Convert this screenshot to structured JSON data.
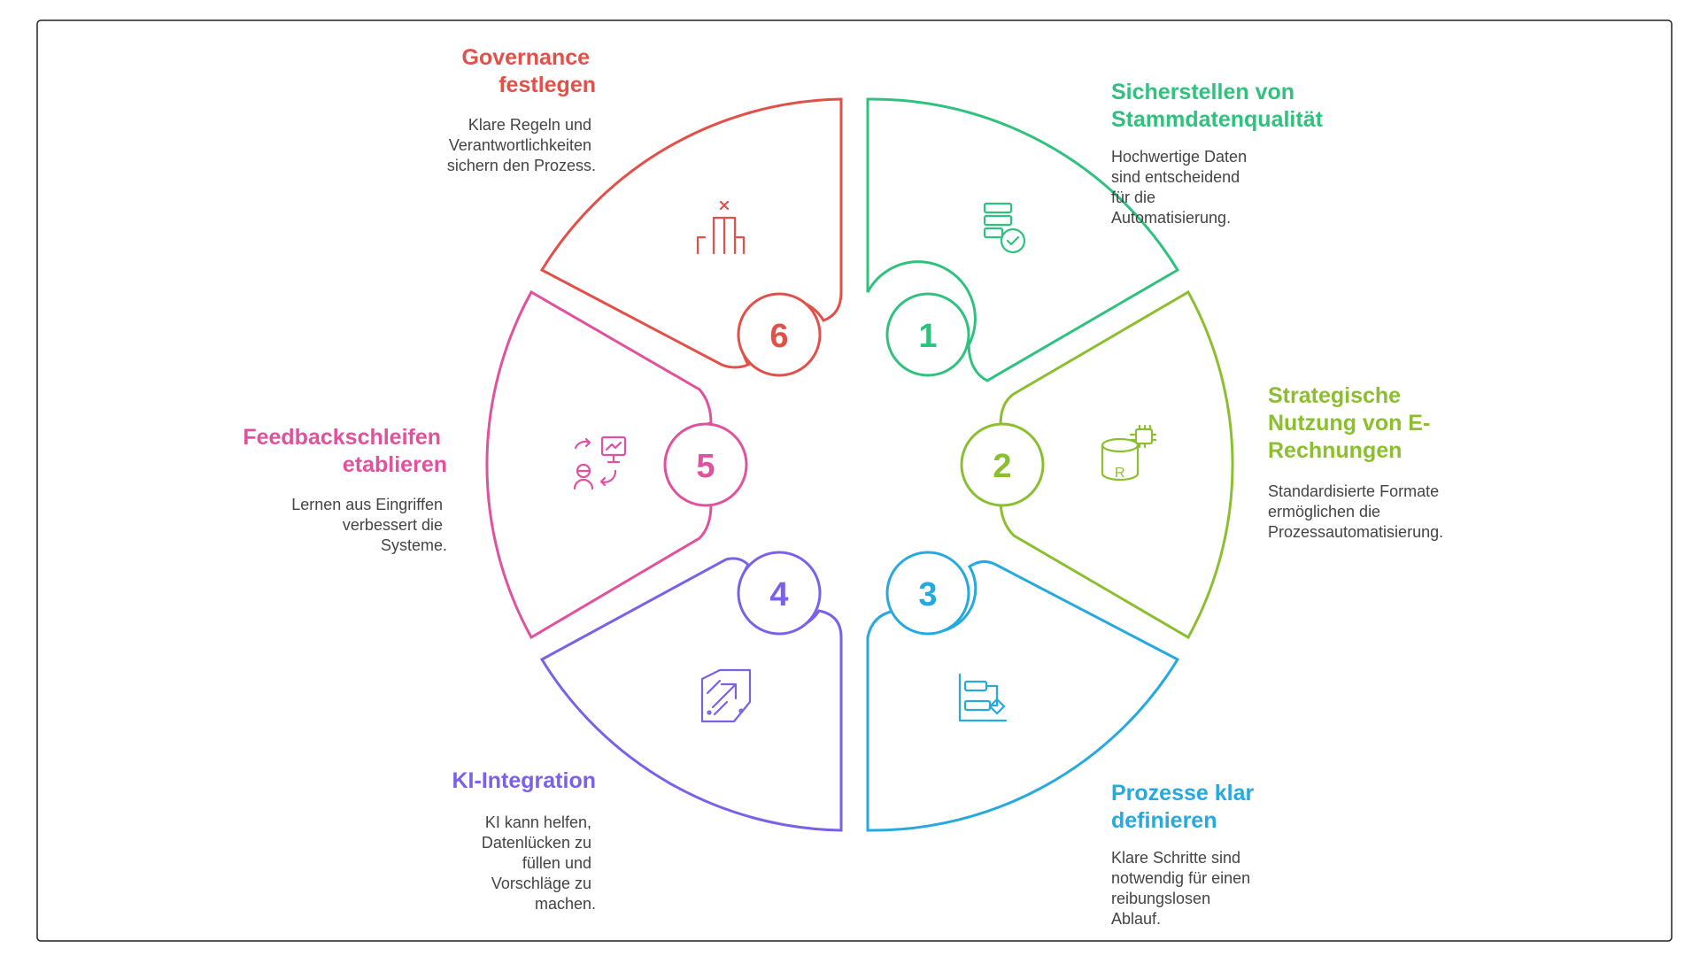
{
  "segments": [
    {
      "number": "1",
      "color": "#2EC27E",
      "title": [
        "Sicherstellen von",
        "Stammdatenqualität"
      ],
      "description": [
        "Hochwertige Daten",
        "sind entscheidend",
        "für die",
        "Automatisierung."
      ],
      "icon": "database-check-icon"
    },
    {
      "number": "2",
      "color": "#8CBF2F",
      "title": [
        "Strategische",
        "Nutzung von E-",
        "Rechnungen"
      ],
      "description": [
        "Standardisierte Formate",
        "ermöglichen die",
        "Prozessautomatisierung."
      ],
      "icon": "database-r-icon"
    },
    {
      "number": "3",
      "color": "#25A9DE",
      "title": [
        "Prozesse klar",
        "definieren"
      ],
      "description": [
        "Klare Schritte sind",
        "notwendig für einen",
        "reibungslosen",
        "Ablauf."
      ],
      "icon": "process-flow-icon"
    },
    {
      "number": "4",
      "color": "#7B61E8",
      "title": [
        "KI-Integration"
      ],
      "description": [
        "KI kann helfen,",
        "Datenlücken zu",
        "füllen und",
        "Vorschläge zu",
        "machen."
      ],
      "icon": "ai-arrow-icon"
    },
    {
      "number": "5",
      "color": "#E0519E",
      "title": [
        "Feedbackschleifen",
        "etablieren"
      ],
      "description": [
        "Lernen aus Eingriffen",
        "verbessert die",
        "Systeme."
      ],
      "icon": "feedback-loop-icon"
    },
    {
      "number": "6",
      "color": "#E2504A",
      "title": [
        "Governance",
        "festlegen"
      ],
      "description": [
        "Klare Regeln und",
        "Verantwortlichkeiten",
        "sichern den Prozess."
      ],
      "icon": "governance-pillars-icon"
    }
  ]
}
